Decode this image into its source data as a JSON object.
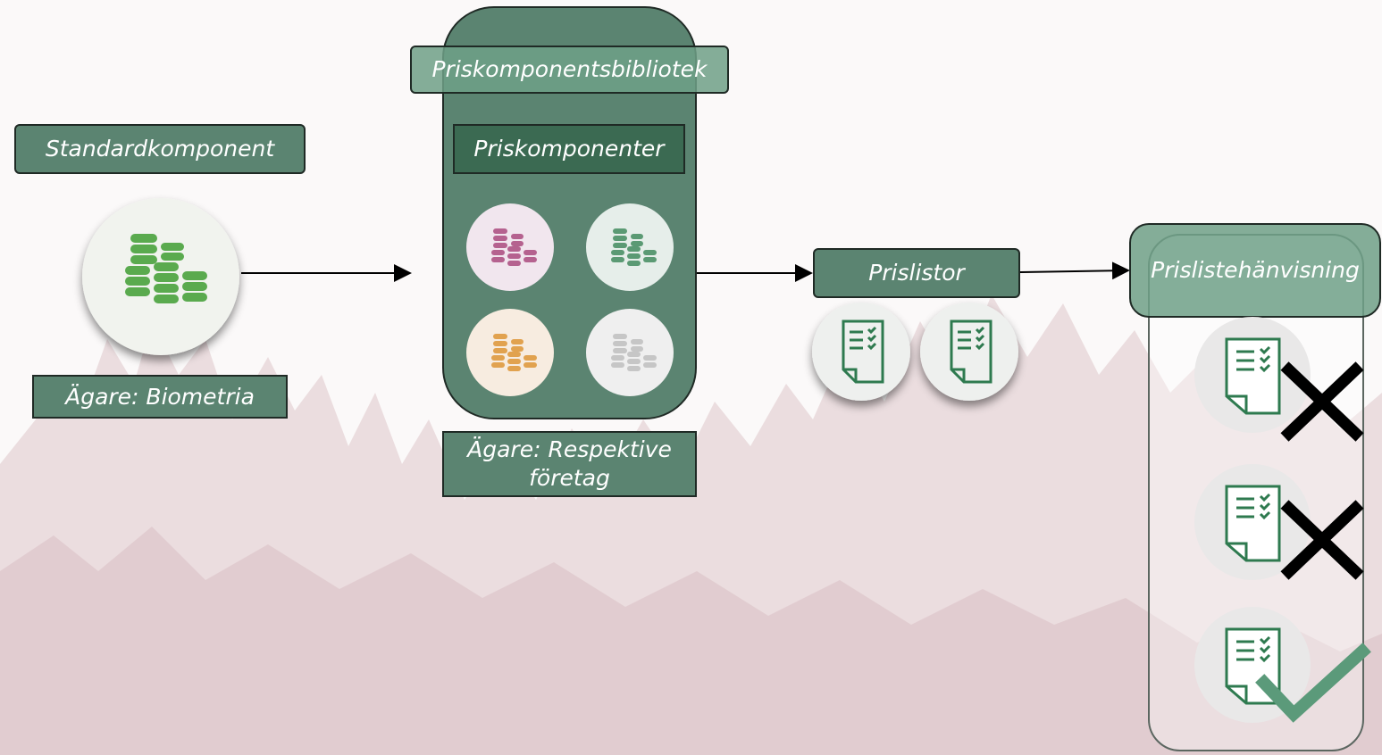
{
  "standard": {
    "title": "Standardkomponent",
    "owner": "Ägare: Biometria"
  },
  "library": {
    "title": "Priskomponentsbibliotek",
    "header": "Priskomponenter",
    "owner": "Ägare: Respektive företag",
    "coin_colors": [
      "#b5628f",
      "#5b9a74",
      "#e1a24f",
      "#c6c6c6"
    ]
  },
  "pricelists": {
    "title": "Prislistor"
  },
  "reference": {
    "title": "Prislistehänvisning",
    "items": [
      {
        "state": "rejected",
        "icon": "cross-icon"
      },
      {
        "state": "rejected",
        "icon": "cross-icon"
      },
      {
        "state": "accepted",
        "icon": "check-icon"
      }
    ]
  },
  "colors": {
    "green_box": "#5b8471",
    "green_dark": "#345e4a",
    "icon_green": "#2e7a4f",
    "coins_green": "#5aaa4e",
    "check": "#5b9a7a"
  }
}
